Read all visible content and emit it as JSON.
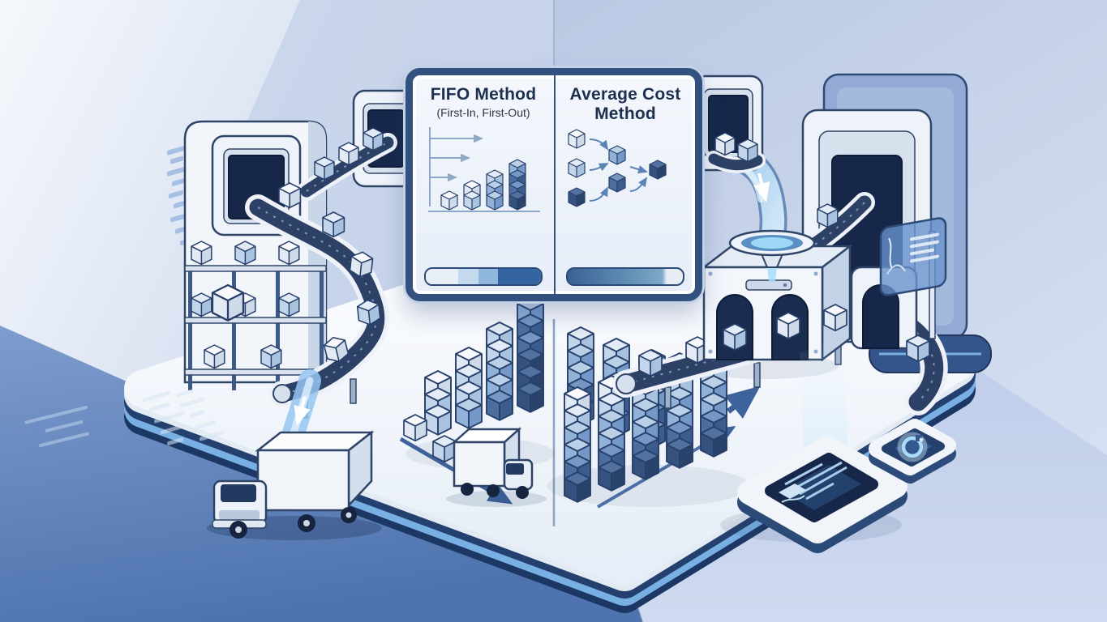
{
  "board": {
    "fifo": {
      "title": "FIFO Method",
      "subtitle": "(First-In, First-Out)",
      "bar_segments": [
        "#e8eef6",
        "#c3d9ed",
        "#8fb8dc",
        "#3465a0"
      ]
    },
    "average": {
      "title_line1": "Average Cost",
      "title_line2": "Method",
      "bar_gradient": [
        "#3a6193",
        "#5e8cb4",
        "#7fa9c6",
        "#e6edf5"
      ]
    }
  },
  "icons": {
    "pipe-down-arrow": "↓",
    "chute-down-arrow": "↓",
    "fifo-timeline-arrow": "→",
    "avg-merge-arrow": "→",
    "fifo-floor-arrow": "↘",
    "avg-floor-arrow": "↗",
    "growth-arrow": "↗",
    "sync-glow": "○",
    "report-card": "▤",
    "data-stream": "▦"
  },
  "palette": {
    "board_border": "#33517e",
    "title_navy": "#1c3050",
    "platform_edge_navy": "#1d3764",
    "platform_stripe": "#79b0e4",
    "floor_blue": "#5b80b8",
    "wall_light": "#eef3fa",
    "belt_navy": "#2c4165",
    "cube_light": "#c3d5ea",
    "cube_dark": "#3c5c8e",
    "glow_blue": "#9fd8f6",
    "arrow_blue": "#3e639c"
  }
}
